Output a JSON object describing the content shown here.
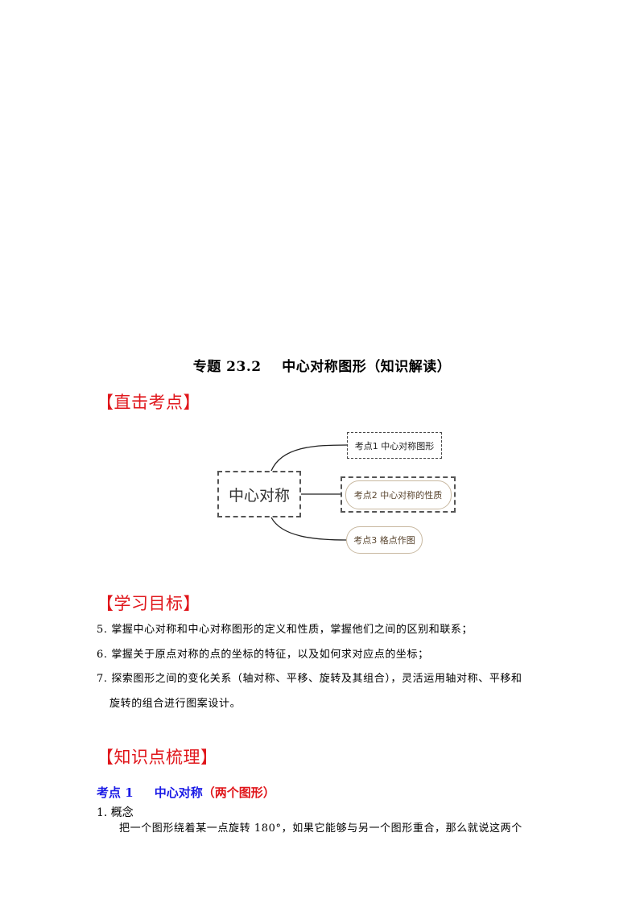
{
  "title": "专题 23.2    中心对称图形（知识解读）",
  "sections": {
    "direct_points": "【直击考点】",
    "learning_goals": "【学习目标】",
    "knowledge_review": "【知识点梳理】"
  },
  "mindmap": {
    "root": "中心对称",
    "nodes": [
      "考点1  中心对称图形",
      "考点2  中心对称的性质",
      "考点3  格点作图"
    ]
  },
  "goals": [
    "5.  掌握中心对称和中心对称图形的定义和性质，掌握他们之间的区别和联系；",
    "6.  掌握关于原点对称的点的坐标的特征，以及如何求对应点的坐标；",
    "7.  探索图形之间的变化关系（轴对称、平移、旋转及其组合），灵活运用轴对称、平移和",
    "旋转的组合进行图案设计。"
  ],
  "knowledge_point": {
    "label": "考点 1     中心对称",
    "label_sub": "（两个图形）",
    "concept_heading": "1. 概念",
    "concept_text": "把一个图形绕着某一点旋转 180°，如果它能够与另一个图形重合，那么就说这两个"
  }
}
